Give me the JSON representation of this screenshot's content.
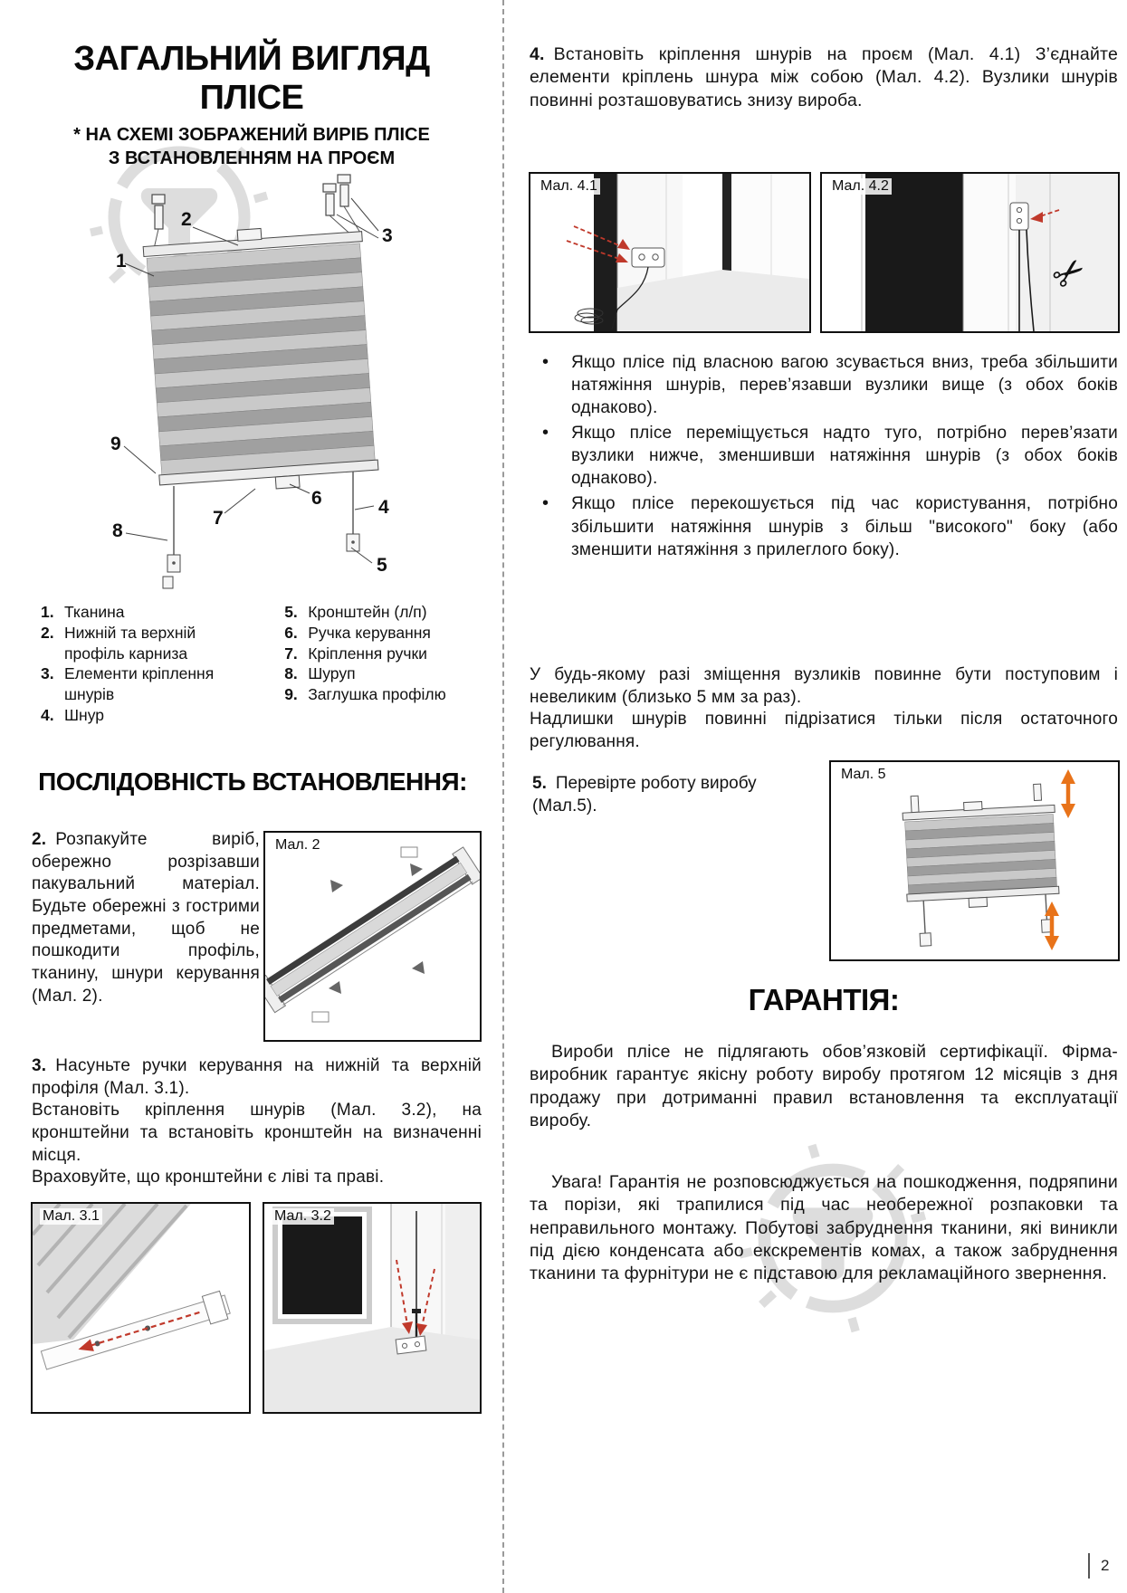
{
  "page": {
    "number": "2"
  },
  "left": {
    "title": [
      "ЗАГАЛЬНИЙ ВИГЛЯД",
      "ПЛІСЕ"
    ],
    "subtitle": [
      "* НА СХЕМІ ЗОБРАЖЕНИЙ ВИРІБ ПЛІСЕ",
      "З ВСТАНОВЛЕННЯМ НА ПРОЄМ"
    ],
    "diagram": {
      "callouts": [
        "1",
        "2",
        "3",
        "4",
        "5",
        "6",
        "7",
        "8",
        "9"
      ]
    },
    "legend": [
      {
        "num": "1.",
        "text": "Тканина"
      },
      {
        "num": "2.",
        "text": "Нижній та верхній профіль карниза"
      },
      {
        "num": "3.",
        "text": "Елементи кріплення шнурів"
      },
      {
        "num": "4.",
        "text": "Шнур"
      },
      {
        "num": "5.",
        "text": "Кронштейн (л/п)"
      },
      {
        "num": "6.",
        "text": "Ручка керування"
      },
      {
        "num": "7.",
        "text": "Кріплення ручки"
      },
      {
        "num": "8.",
        "text": "Шуруп"
      },
      {
        "num": "9.",
        "text": "Заглушка профілю"
      }
    ],
    "sequence_title": "ПОСЛІДОВНІСТЬ ВСТАНОВЛЕННЯ:",
    "step2": {
      "num": "2.",
      "text": "Розпакуйте виріб, обережно розрізавши пакувальний матеріал. Будьте обережні з гострими предметами, щоб не пошкодити профіль, тканину, шнури керування (Мал. 2)."
    },
    "step3": {
      "num": "3.",
      "line1": "Насуньте ручки керування на нижній та верхній профіля (Мал. 3.1).",
      "line2": "Встановіть кріплення шнурів (Мал. 3.2), на кронштейни та встановіть кронштейн на визначенні місця.",
      "line3": "Враховуйте, що кронштейни є ліві та праві."
    },
    "figures": {
      "fig2": "Мал. 2",
      "fig31": "Мал. 3.1",
      "fig32": "Мал. 3.2"
    }
  },
  "right": {
    "step4": {
      "num": "4.",
      "text": "Встановіть кріплення шнурів на проєм (Мал. 4.1) З’єднайте елементи кріплень шнура між собою (Мал. 4.2). Вузлики шнурів повинні розташовуватись знизу вироба."
    },
    "figures": {
      "fig41": "Мал. 4.1",
      "fig42": "Мал. 4.2",
      "fig5": "Мал. 5"
    },
    "bullet_marker": "•",
    "bullets": [
      "Якщо плісе під власною вагою зсувається вниз, треба збільшити натяжіння шнурів, перев’язавши вузлики вище (з обох боків однаково).",
      "Якщо плісе переміщується надто туго, потрібно перев’язати вузлики нижче, зменшивши натяжіння шнурів (з обох боків однаково).",
      "Якщо плісе перекошується під час користування, потрібно збільшити натяжіння шнурів з більш \"високого\" боку (або зменшити натяжіння з прилеглого боку)."
    ],
    "note1": "У будь-якому разі зміщення вузликів повинне бути поступовим і невеликим (близько 5 мм за раз).",
    "note2": "Надлишки шнурів повинні підрізатися тільки після остаточного регулювання.",
    "step5": {
      "num": "5.",
      "text": "Перевірте роботу виробу (Мал.5)."
    },
    "warranty": {
      "title": "ГАРАНТІЯ:",
      "p1": "Вироби плісе не підлягають обов’язковій сертифікації. Фірма-виробник гарантує якісну роботу виробу протягом 12 місяців з дня продажу при дотриманні правил встановлення та експлуатації виробу.",
      "p2": "Увага! Гарантія не розповсюджується на пошкодження, подряпини та порізи, які трапилися під час необережної розпаковки та неправильного монтажу. Побутові забруднення тканини, які виникли під дією конденсата або екскрементів комах, а також забруднення тканини та фурнітури не є підставою для рекламаційного звернення."
    }
  },
  "colors": {
    "accent_red": "#c0392b",
    "accent_orange": "#e8731a",
    "text": "#111111",
    "watermark": "#bdbdbd"
  }
}
